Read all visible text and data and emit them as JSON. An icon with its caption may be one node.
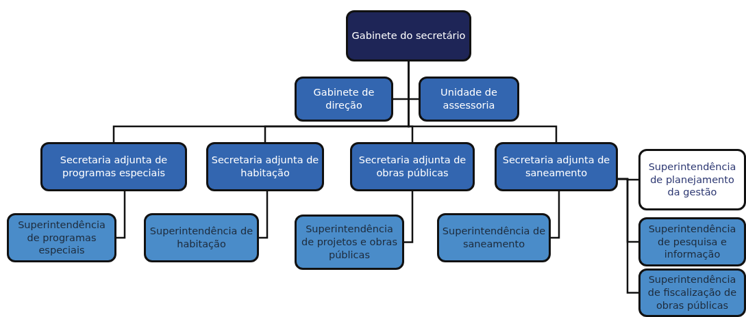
{
  "diagram": {
    "nodes": [
      {
        "text": [
          "Gabinete do secretário"
        ]
      },
      {
        "text": [
          "Gabinete de direção"
        ]
      },
      {
        "text": [
          "Unidade de assessoria"
        ]
      },
      {
        "text": [
          "Secretaria adjunta de programas especiais"
        ]
      },
      {
        "text": [
          "Secretaria adjunta de habitação"
        ]
      },
      {
        "text": [
          "Secretaria adjunta de obras públicas"
        ]
      },
      {
        "text": [
          "Secretaria adjunta de saneamento"
        ]
      },
      {
        "text": [
          "Superintendência de programas especiais"
        ]
      },
      {
        "text": [
          "Superintendência de habitação"
        ]
      },
      {
        "text": [
          "Superintendência de projetos e obras públicas"
        ]
      },
      {
        "text": [
          "Superintendência de saneamento"
        ]
      },
      {
        "text": [
          "Superintendência de planejamento da gestão"
        ]
      },
      {
        "text": [
          "Superintendência de pesquisa e informação"
        ]
      },
      {
        "text": [
          "Superintendência de fiscalização de obras públicas"
        ]
      }
    ],
    "edges": [
      {
        "from": 0,
        "to": 1,
        "arrow": "none"
      },
      {
        "from": 0,
        "to": 2,
        "arrow": "none"
      },
      {
        "from": 0,
        "to": 3,
        "arrow": "none"
      },
      {
        "from": 0,
        "to": 4,
        "arrow": "none"
      },
      {
        "from": 0,
        "to": 5,
        "arrow": "none"
      },
      {
        "from": 0,
        "to": 6,
        "arrow": "none"
      },
      {
        "from": 3,
        "to": 7,
        "arrow": "none"
      },
      {
        "from": 4,
        "to": 8,
        "arrow": "none"
      },
      {
        "from": 5,
        "to": 9,
        "arrow": "none"
      },
      {
        "from": 6,
        "to": 10,
        "arrow": "none"
      },
      {
        "from": 6,
        "to": 11,
        "arrow": "none"
      },
      {
        "from": 6,
        "to": 12,
        "arrow": "none"
      },
      {
        "from": 6,
        "to": 13,
        "arrow": "none"
      }
    ]
  }
}
